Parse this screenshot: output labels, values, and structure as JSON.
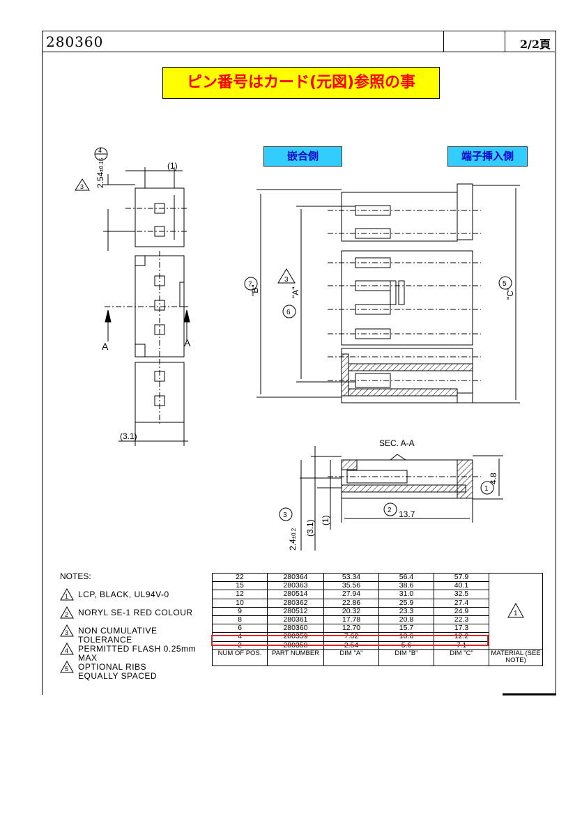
{
  "header": {
    "drawing_number": "280360",
    "page": "2/2頁"
  },
  "banner": "ピン番号はカード(元図)参照の事",
  "labels": {
    "mating_side": "嵌合側",
    "terminal_side": "端子挿入側"
  },
  "drawing": {
    "dims": {
      "pitch": "2.54",
      "pitch_tol": "±0.15",
      "one": "(1)",
      "three_one": "(3.1)",
      "b": "\"B\"",
      "a": "\"A\"",
      "c": "\"C\"",
      "section_a": "A",
      "sec_title": "SEC. A-A",
      "len": "13.7",
      "height": "4.8",
      "h24": "2.4",
      "h24_tol": "±0.2",
      "h31": "(3.1)",
      "h1": "(1)"
    },
    "balloons": {
      "n4": "4",
      "n3": "3",
      "n7": "7",
      "n6": "6",
      "n5": "5",
      "n1": "1",
      "n2": "2"
    }
  },
  "notes": {
    "title": "NOTES:",
    "items": [
      {
        "num": "1",
        "text": "LCP, BLACK, UL94V-0"
      },
      {
        "num": "2",
        "text": "NORYL SE-1 RED COLOUR"
      },
      {
        "num": "3",
        "text": "NON CUMULATIVE TOLERANCE"
      },
      {
        "num": "4",
        "text": "PERMITTED FLASH 0.25mm MAX"
      },
      {
        "num": "5",
        "text": "OPTIONAL RIBS EQUALLY SPACED"
      }
    ]
  },
  "table": {
    "rows": [
      [
        "22",
        "280364",
        "53.34",
        "56.4",
        "57.9"
      ],
      [
        "15",
        "280363",
        "35.56",
        "38.6",
        "40.1"
      ],
      [
        "12",
        "280514",
        "27.94",
        "31.0",
        "32.5"
      ],
      [
        "10",
        "280362",
        "22.86",
        "25.9",
        "27.4"
      ],
      [
        "9",
        "280512",
        "20.32",
        "23.3",
        "24.9"
      ],
      [
        "8",
        "280361",
        "17.78",
        "20.8",
        "22.3"
      ],
      [
        "6",
        "280360",
        "12.70",
        "15.7",
        "17.3"
      ],
      [
        "4",
        "280359",
        "7.62",
        "10.6",
        "12.2"
      ],
      [
        "2",
        "280358",
        "2.54",
        "5.6",
        "7.1"
      ]
    ],
    "material_note": "1",
    "header": [
      "NUM OF POS.",
      "PART NUMBER",
      "DIM \"A\"",
      "DIM \"B\"",
      "DIM \"C\"",
      "MATERIAL (SEE NOTE)"
    ],
    "highlight_color": "#e0262a"
  },
  "colors": {
    "banner_bg": "#ffff00",
    "banner_text": "#ff0000",
    "label_bg": "#33ccff",
    "label_text": "#0000cc"
  }
}
